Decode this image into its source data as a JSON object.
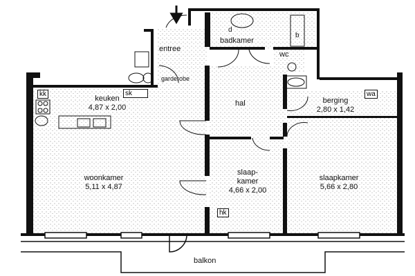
{
  "rooms": {
    "entree": {
      "name": "entree"
    },
    "garderobe": {
      "name": "garderobe"
    },
    "badkamer": {
      "name": "badkamer"
    },
    "wc": {
      "name": "wc"
    },
    "keuken": {
      "name": "keuken",
      "size": "4,87 x 2,00"
    },
    "hal": {
      "name": "hal"
    },
    "berging": {
      "name": "berging",
      "size": "2,80 x 1,42"
    },
    "woonkamer": {
      "name": "woonkamer",
      "size": "5,11 x 4,87"
    },
    "slaapkamer_small": {
      "name": "slaap-\nkamer",
      "size": "4,66 x 2,00"
    },
    "slaapkamer_large": {
      "name": "slaapkamer",
      "size": "5,66 x 2,80"
    },
    "balkon": {
      "name": "balkon"
    }
  },
  "fixtures": {
    "kk": "kk",
    "sk": "sk",
    "wa": "wa",
    "hk": "hk",
    "d": "d",
    "b": "b"
  },
  "colors": {
    "wall": "#111111",
    "floor": "#ffffff"
  }
}
